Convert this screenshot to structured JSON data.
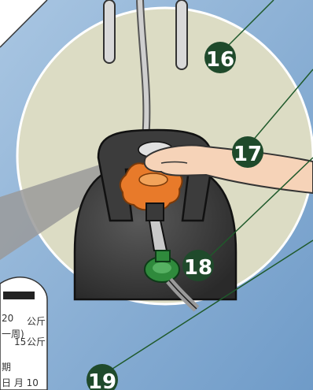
{
  "callouts": [
    {
      "id": "callout-16",
      "number": "16"
    },
    {
      "id": "callout-17",
      "number": "17"
    },
    {
      "id": "callout-18",
      "number": "18"
    },
    {
      "id": "callout-19",
      "number": "19"
    }
  ],
  "tag": {
    "line1_value": "20",
    "line1_unit": "公斤",
    "line2_prefix": "一周)",
    "line2_value": "15",
    "line2_unit": "公斤",
    "line3_prefix": "期",
    "line4": "日 月 10"
  },
  "colors": {
    "background": "#8fb4d6",
    "spotlight": "#dcdcc4",
    "cylinder": "#3a3a3a",
    "knob": "#e87a2a",
    "regulator": "#2f8a3c",
    "badge": "#1f4a2b",
    "skin": "#f6d3b8"
  },
  "icons": {
    "knob": "valve-knob-icon",
    "hand": "hand-icon",
    "regulator": "regulator-icon"
  }
}
